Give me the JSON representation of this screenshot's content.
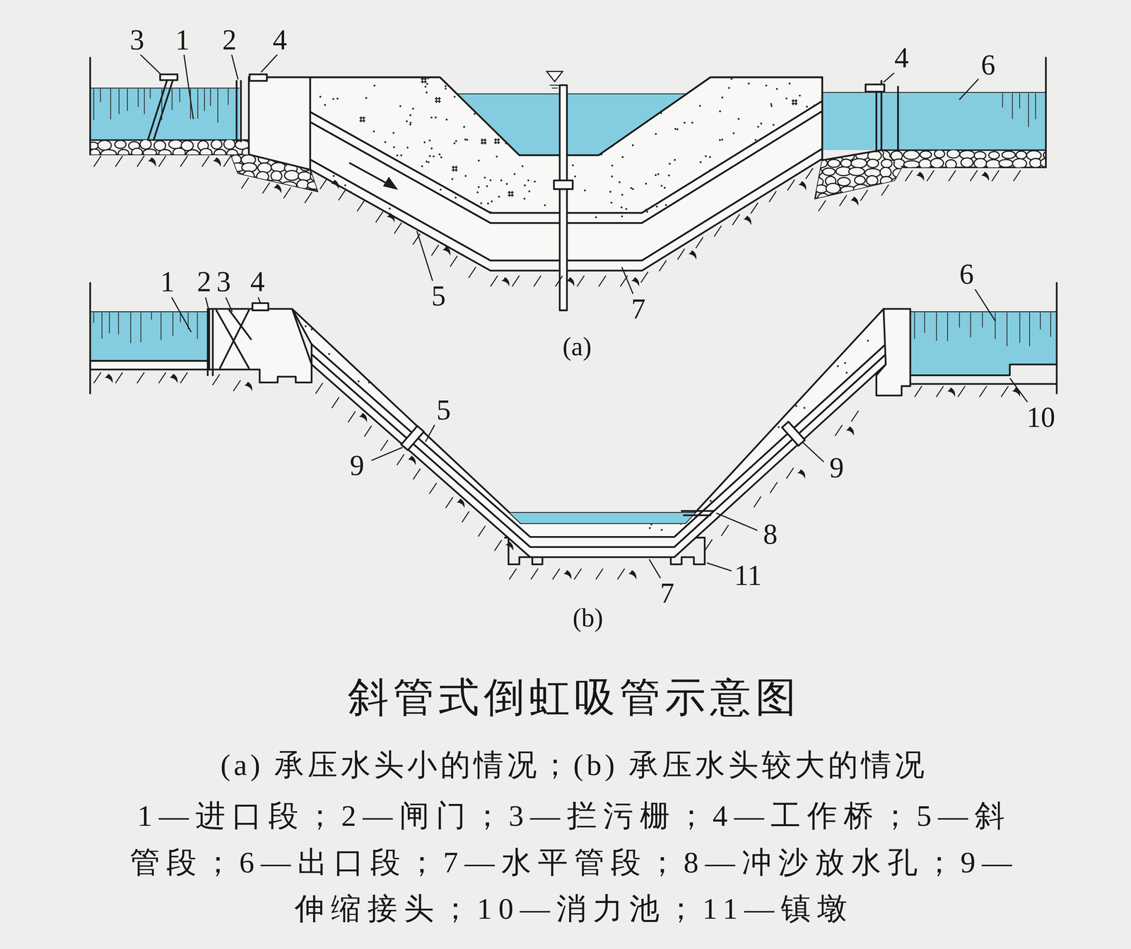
{
  "diagram": {
    "title": "斜管式倒虹吸管示意图",
    "caption": "(a) 承压水头小的情况；(b) 承压水头较大的情况",
    "labels": [
      "3",
      "1",
      "2",
      "4",
      "4",
      "6",
      "5",
      "7",
      "(a)",
      "1",
      "2",
      "3",
      "4",
      "6",
      "5",
      "9",
      "9",
      "8",
      "10",
      "11",
      "7",
      "(b)",
      "1—进口段；2—闸门；3—拦污栅；4—工作桥；5—斜管段；6—出口段；7—水平管段；8—冲沙放水孔；9—伸缩接头；10—消力池；11—镇墩"
    ]
  }
}
